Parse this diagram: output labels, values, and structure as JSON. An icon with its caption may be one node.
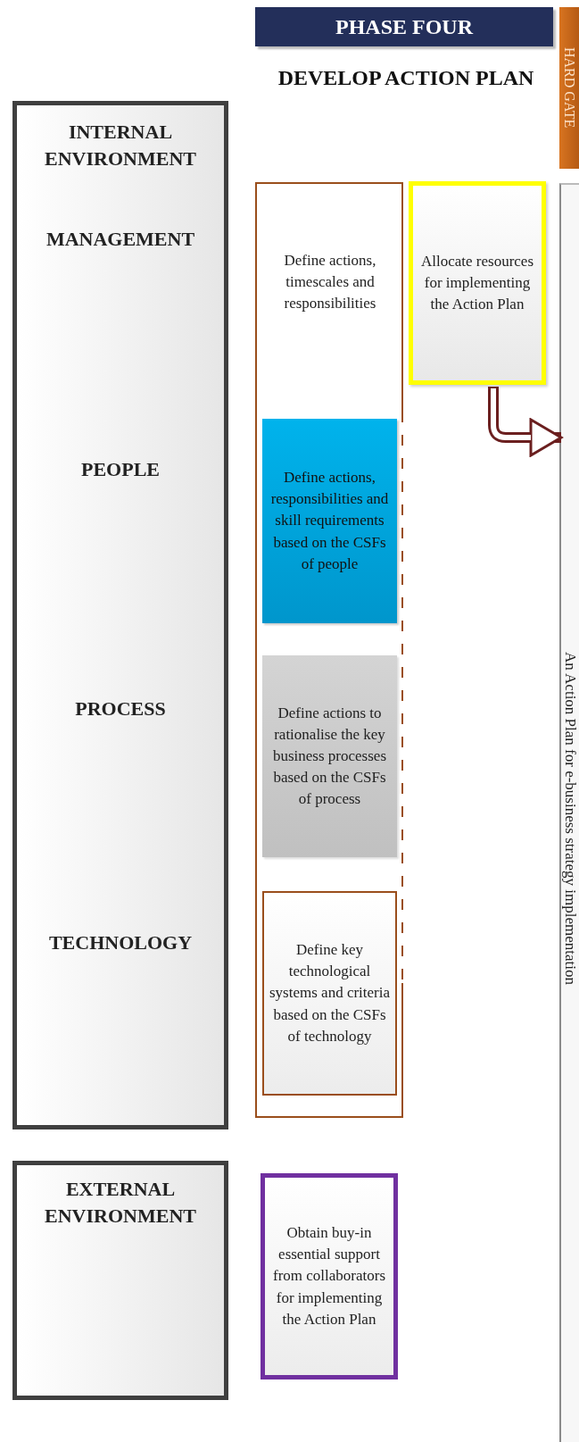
{
  "diagram": {
    "title": "DEVELOP ACTION PLAN",
    "nodes": [
      {
        "text": [
          "PHASE FOUR"
        ]
      },
      {
        "text": [
          "HARD GATE"
        ]
      },
      {
        "text": [
          "INTERNAL ENVIRONMENT",
          "MANAGEMENT",
          "PEOPLE",
          "PROCESS",
          "TECHNOLOGY"
        ]
      },
      {
        "text": [
          "Define actions, timescales and responsibilities"
        ]
      },
      {
        "text": [
          "Define actions, responsibilities and skill requirements based on the CSFs of people"
        ],
        "in": 3
      },
      {
        "text": [
          "Define actions to rationalise the key business processes based on the CSFs of process"
        ],
        "in": 3
      },
      {
        "text": [
          "Define key technological systems and criteria based on the CSFs of technology"
        ],
        "in": 3
      },
      {
        "text": [
          "Allocate resources for implementing the Action Plan"
        ]
      },
      {
        "text": [
          "An Action Plan for e-business strategy implementation"
        ]
      },
      {
        "text": [
          "EXTERNAL ENVIRONMENT"
        ]
      },
      {
        "text": [
          "Obtain buy-in essential support from collaborators for implementing the Action Plan"
        ]
      }
    ],
    "edges": [
      {
        "from": 7,
        "to": 8,
        "arrow": "to"
      }
    ]
  }
}
